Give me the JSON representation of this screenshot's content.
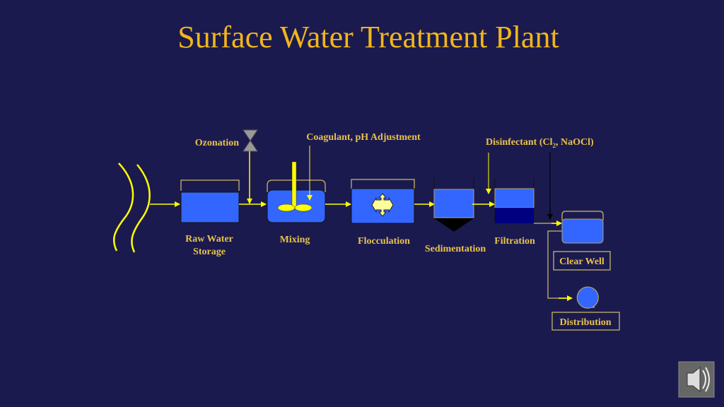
{
  "title": "Surface Water Treatment Plant",
  "labels": {
    "ozonation": "Ozonation",
    "coagulant": "Coagulant, pH Adjustment",
    "disinfectant_pre": "Disinfectant (Cl",
    "disinfectant_sub": "2",
    "disinfectant_post": ", NaOCl)",
    "raw_water_1": "Raw Water",
    "raw_water_2": "Storage",
    "mixing": "Mixing",
    "flocculation": "Flocculation",
    "sedimentation": "Sedimentation",
    "filtration": "Filtration",
    "clear_well": "Clear Well",
    "distribution": "Distribution"
  },
  "colors": {
    "background": "#1b1a4f",
    "title": "#f2b619",
    "label": "#e8c24a",
    "water": "#3366ff",
    "flow": "#ffff00"
  },
  "icons": [
    "river-icon",
    "ozonation-valve-icon",
    "mixer-icon",
    "flocculation-arrows-icon",
    "pump-icon",
    "speaker-icon"
  ]
}
